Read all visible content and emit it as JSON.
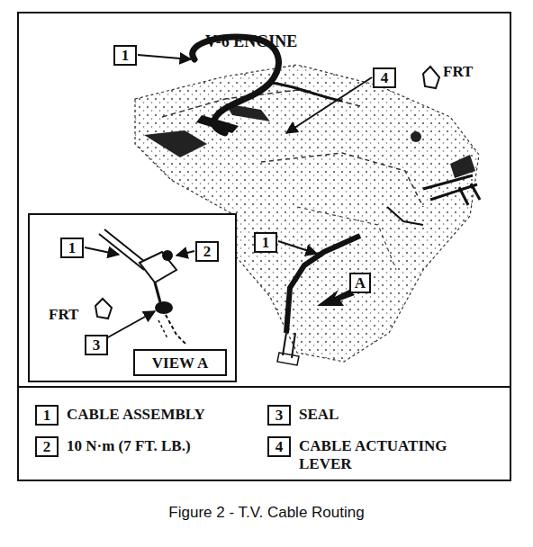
{
  "diagram": {
    "caption": "Figure 2 - T.V. Cable Routing",
    "nodes": [
      {
        "text": [
          "1"
        ]
      },
      {
        "text": [
          "4"
        ]
      },
      {
        "text": [
          "1"
        ]
      },
      {
        "text": [
          "A"
        ]
      },
      {
        "text": [
          "1"
        ]
      },
      {
        "text": [
          "2"
        ]
      },
      {
        "text": [
          "3"
        ]
      },
      {
        "text": [
          "VIEW A"
        ]
      },
      {
        "text": [
          "1"
        ]
      },
      {
        "text": [
          "2"
        ]
      },
      {
        "text": [
          "3"
        ]
      },
      {
        "text": [
          "4"
        ]
      }
    ],
    "labels": [
      "V-6 ENGINE",
      "FRT",
      "FRT",
      "CABLE ASSEMBLY",
      "10 N·m (7 FT. LB.)",
      "SEAL",
      "CABLE ACTUATING LEVER"
    ]
  }
}
